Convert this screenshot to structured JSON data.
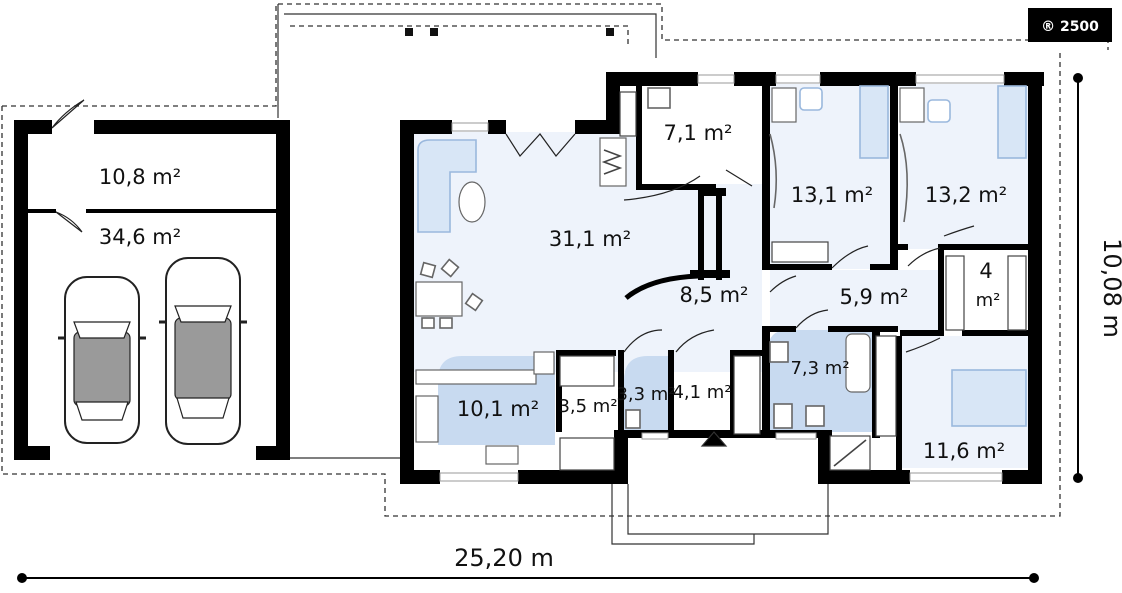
{
  "badge": "® 2500",
  "dimensions": {
    "width": "25,20 m",
    "depth": "10,08 m"
  },
  "rooms": {
    "garage_storage": "10,8 m²",
    "garage": "34,6 m²",
    "living": "31,1 m²",
    "kitchen": "10,1 m²",
    "pantry": "3,5 m²",
    "toilet": "3,3 m²",
    "vestibule": "4,1 m²",
    "hall": "8,5 m²",
    "boiler": "7,1 m²",
    "bedroom_1": "13,1 m²",
    "bedroom_2": "13,2 m²",
    "corridor": "5,9 m²",
    "closet_num": "4",
    "closet_unit": "m²",
    "bathroom": "7,3 m²",
    "bedroom_3": "11,6 m²"
  },
  "colors": {
    "room_fill": "#eef3fb",
    "wet_fill": "#c8daf0",
    "wall": "#000000",
    "furniture": "#9ab8dd",
    "car": "#9a9a9a"
  }
}
